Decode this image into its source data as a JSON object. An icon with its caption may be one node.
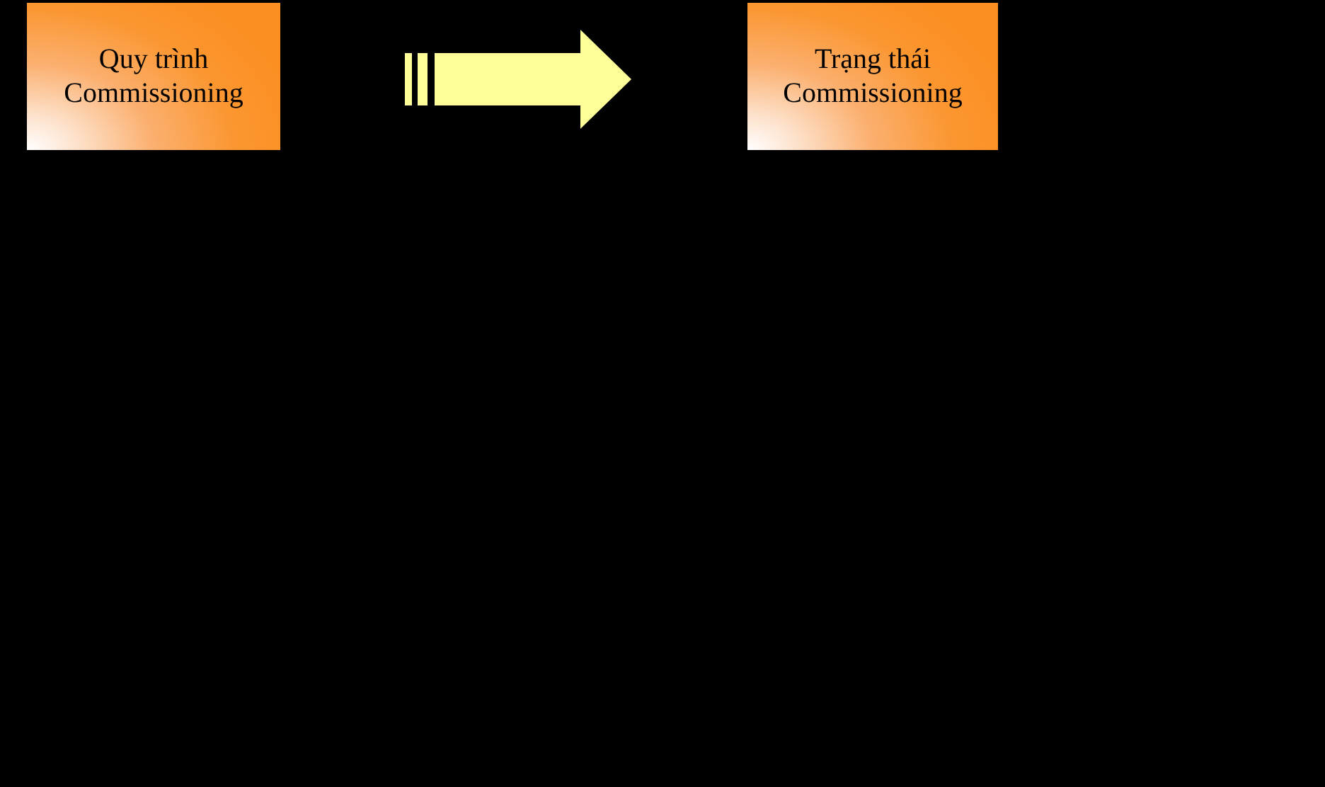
{
  "diagram": {
    "nodes": [
      {
        "text": [
          "Quy trình Commissioning"
        ]
      },
      {
        "text": [
          "Trạng thái Commissioning"
        ]
      }
    ],
    "edges": [
      {
        "from": 0,
        "to": 1,
        "arrow": "to",
        "style": "thick"
      }
    ]
  }
}
